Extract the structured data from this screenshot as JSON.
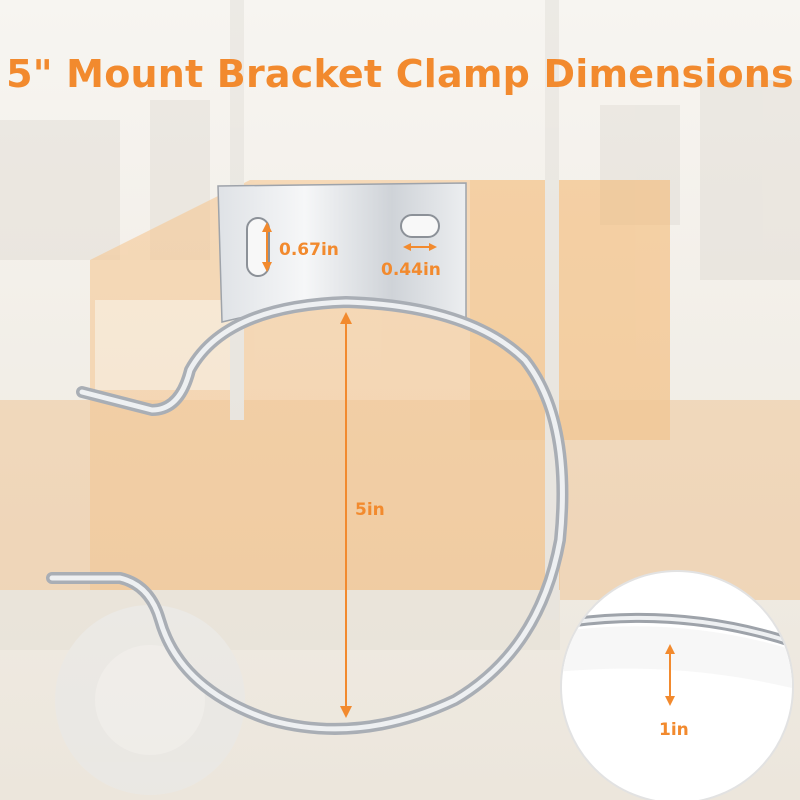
{
  "title": "5\" Mount Bracket Clamp Dimensions",
  "dimensions": {
    "slot_height": "0.67in",
    "slot_width": "0.44in",
    "diameter": "5in",
    "band_width": "1in"
  },
  "colors": {
    "accent": "#f28a2e",
    "steel": "#c9ccd0",
    "truck": "#f4b56a"
  }
}
